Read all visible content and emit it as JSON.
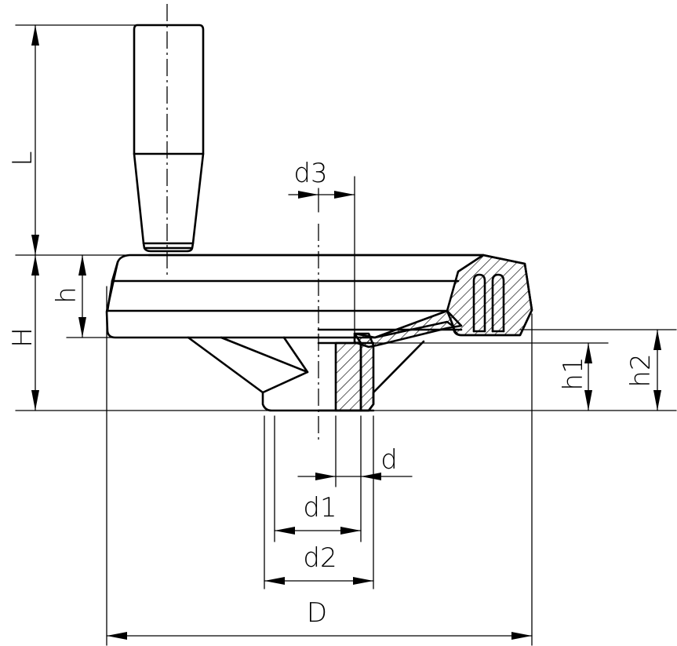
{
  "labels": {
    "L": "L",
    "H": "H",
    "h": "h",
    "h1": "h1",
    "h2": "h2",
    "d": "d",
    "d1": "d1",
    "d2": "d2",
    "d3": "d3",
    "D": "D"
  }
}
